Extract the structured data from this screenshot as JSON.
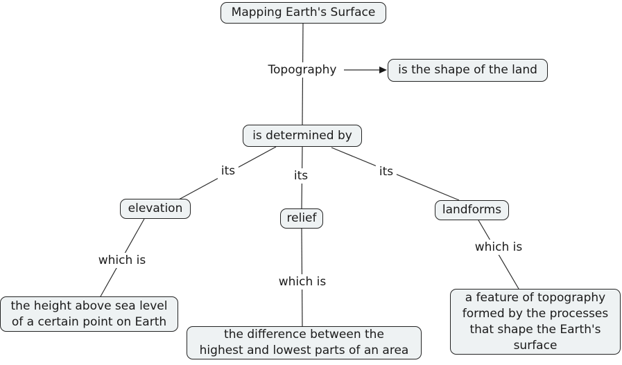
{
  "diagram": {
    "type": "concept-map",
    "background_color": "#ffffff",
    "node_fill_color": "#eef2f3",
    "node_border_color": "#222222",
    "line_color": "#2b2b2b",
    "text_color": "#1a1a1a",
    "nodes": {
      "root": {
        "label": "Mapping Earth's Surface"
      },
      "shape": {
        "label": "is the shape of the land"
      },
      "determined": {
        "label": "is determined by"
      },
      "elevation": {
        "label": "elevation"
      },
      "relief": {
        "label": "relief"
      },
      "landforms": {
        "label": "landforms"
      },
      "elevation_def": {
        "label": "the height above sea level\nof a certain point on Earth"
      },
      "relief_def": {
        "label": "the difference between the\nhighest and lowest parts of an area"
      },
      "landforms_def": {
        "label": "a feature of topography\nformed by the processes\nthat shape the Earth's\nsurface"
      }
    },
    "links": {
      "topography": "Topography",
      "its_left": "its",
      "its_mid": "its",
      "its_right": "its",
      "which_is_left": "which is",
      "which_is_mid": "which is",
      "which_is_right": "which is"
    }
  }
}
